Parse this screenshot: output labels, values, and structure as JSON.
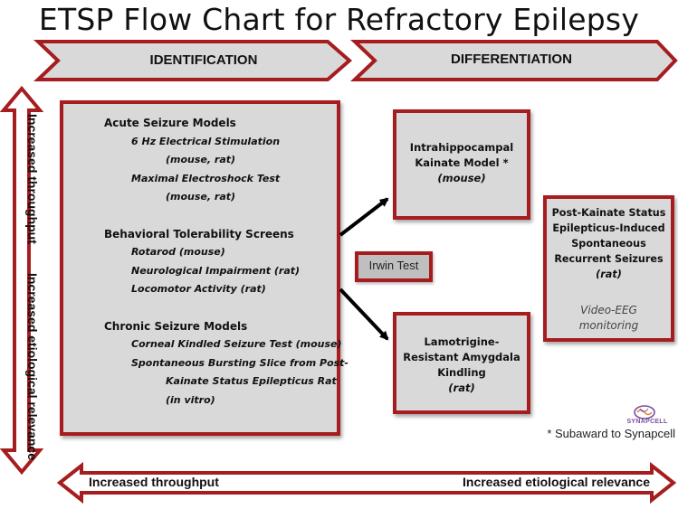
{
  "title": "ETSP Flow Chart for Refractory Epilepsy",
  "stages": [
    {
      "label": "IDENTIFICATION"
    },
    {
      "label": "DIFFERENTIATION"
    }
  ],
  "identification": {
    "acute": {
      "heading": "Acute Seizure Models",
      "items": [
        "6 Hz Electrical Stimulation",
        "(mouse, rat)",
        "Maximal Electroshock Test",
        "(mouse, rat)"
      ]
    },
    "behavioral": {
      "heading": "Behavioral Tolerability Screens",
      "items": [
        "Rotarod (mouse)",
        "Neurological Impairment (rat)",
        "Locomotor Activity (rat)"
      ]
    },
    "chronic": {
      "heading": "Chronic Seizure Models",
      "items": [
        "Corneal Kindled Seizure Test (mouse)",
        "Spontaneous Bursting Slice from Post-",
        "Kainate Status Epilepticus Rat",
        "(in vitro)"
      ]
    }
  },
  "irwin_test": "Irwin Test",
  "intrahippocampal": {
    "lines": [
      "Intrahippocampal",
      "Kainate Model *"
    ],
    "species": "(mouse)"
  },
  "lamotrigine": {
    "lines": [
      "Lamotrigine-",
      "Resistant Amygdala",
      "Kindling"
    ],
    "species": "(rat)"
  },
  "post_kainate": {
    "lines": [
      "Post-Kainate Status",
      "Epilepticus-Induced",
      "Spontaneous",
      "Recurrent Seizures"
    ],
    "species": "(rat)",
    "note": [
      "Video-EEG",
      "monitoring"
    ]
  },
  "vertical_axis": {
    "top_label": "Increased throughput",
    "bottom_label": "Increased etiological relevance"
  },
  "horizontal_axis": {
    "left_label": "Increased throughput",
    "right_label": "Increased etiological relevance"
  },
  "logo_text": "SYNAPCELL",
  "footnote": "* Subaward to Synapcell",
  "colors": {
    "border": "#a51d1f",
    "box_fill": "#d9d9d9",
    "chevron_fill": "#d9d9d9",
    "logo_purple": "#7a4fa0",
    "logo_orange": "#e07a1f"
  }
}
